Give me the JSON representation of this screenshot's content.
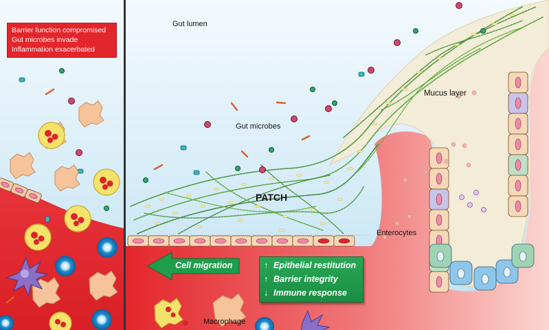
{
  "labels": {
    "gut_lumen": "Gut lumen",
    "gut_microbes": "Gut microbes",
    "patch": "PATCH",
    "mucus_layer": "Mucus layer",
    "enterocytes": "Enterocytes",
    "macrophage": "Macrophage"
  },
  "alert": {
    "lines": [
      "Barrier function compromised",
      "Gut microbes invade",
      "Inflammation exacerbated"
    ],
    "color": "#e3262b"
  },
  "migration": {
    "label": "Cell migration",
    "direction": "left",
    "color": "#1f9d4c"
  },
  "effects": {
    "items": [
      {
        "direction": "up",
        "label": "Epithelial restitution"
      },
      {
        "direction": "up",
        "label": "Barrier integrity"
      },
      {
        "direction": "down",
        "label": "Immune response"
      }
    ],
    "color": "#1f9d4c"
  },
  "colors": {
    "lumen": "#d6ecf7",
    "tissue": "#e4262b",
    "mucus": "#f2ead7",
    "enterocyte": "#f6d9b8",
    "patch_fiber": "#4a9a3a"
  }
}
